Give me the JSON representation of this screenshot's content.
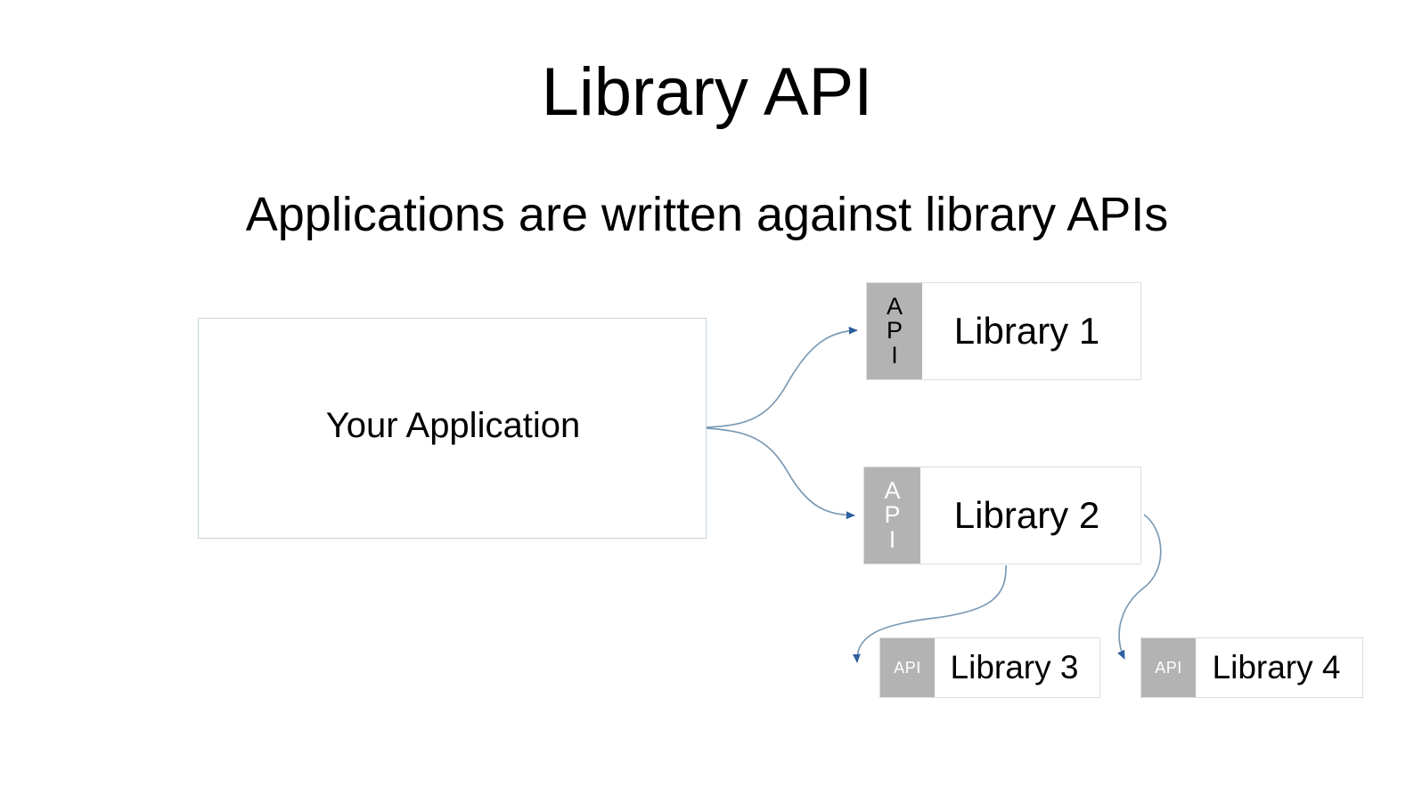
{
  "slide": {
    "title": "Library API",
    "subtitle": "Applications are written against library APIs"
  },
  "diagram": {
    "app_box": {
      "label": "Your Application"
    },
    "libraries": [
      {
        "api_label": "API",
        "api_letters": [
          "A",
          "P",
          "I"
        ],
        "name": "Library 1",
        "api_text_color": "#000000"
      },
      {
        "api_label": "API",
        "api_letters": [
          "A",
          "P",
          "I"
        ],
        "name": "Library 2",
        "api_text_color": "#ffffff"
      },
      {
        "api_label": "API",
        "api_letters": [
          "A",
          "P",
          "I"
        ],
        "name": "Library 3",
        "api_text_color": "#ffffff"
      },
      {
        "api_label": "API",
        "api_letters": [
          "A",
          "P",
          "I"
        ],
        "name": "Library 4",
        "api_text_color": "#ffffff"
      }
    ],
    "connectors": [
      {
        "from": "Your Application",
        "to": "Library 1"
      },
      {
        "from": "Your Application",
        "to": "Library 2"
      },
      {
        "from": "Library 2",
        "to": "Library 3"
      },
      {
        "from": "Library 2",
        "to": "Library 4"
      }
    ]
  },
  "colors": {
    "background": "#ffffff",
    "text": "#000000",
    "api_block": "#b3b3b3",
    "box_border": "#c6d4dd",
    "connector_line": "#7b9ab5",
    "arrowhead": "#2e5f9e"
  }
}
